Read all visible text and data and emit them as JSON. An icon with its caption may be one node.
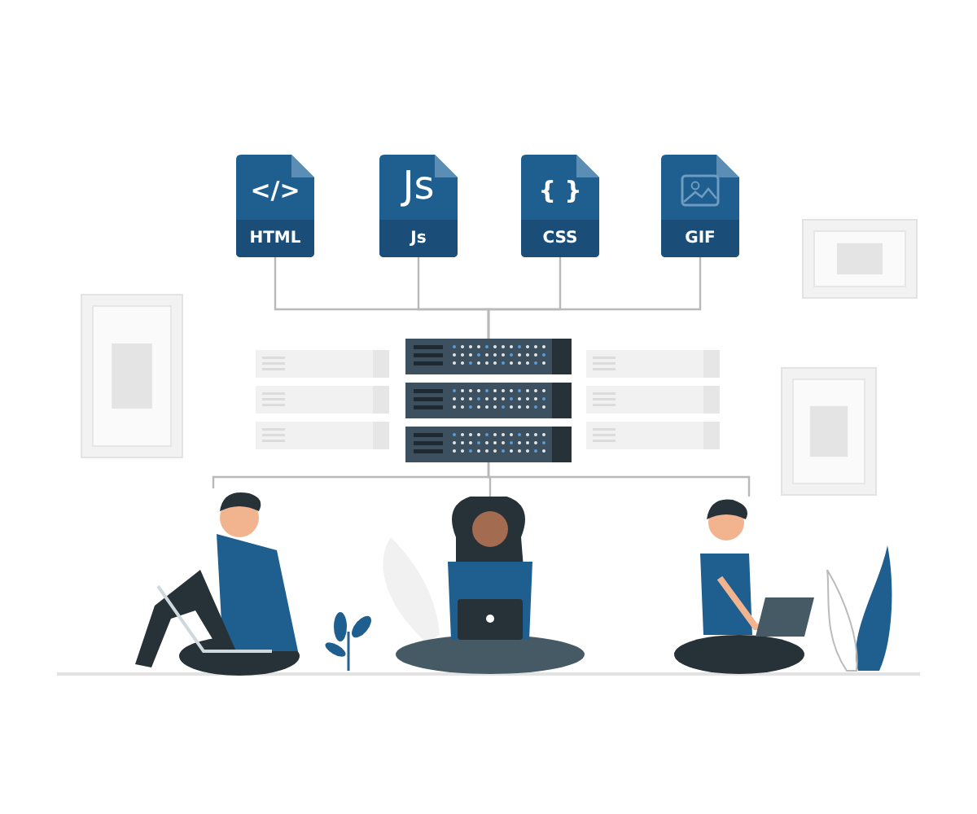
{
  "diagram": {
    "nodes": [
      {
        "text": [
          "</>",
          "HTML"
        ]
      },
      {
        "text": [
          "Js",
          "Js"
        ]
      },
      {
        "text": [
          "{ }",
          "CSS"
        ]
      },
      {
        "text": [
          "GIF"
        ]
      },
      {
        "text": [],
        "shape": "server"
      },
      {
        "text": [],
        "shape": "person"
      },
      {
        "text": [],
        "shape": "person"
      },
      {
        "text": [],
        "shape": "person"
      }
    ],
    "edges": [
      {
        "from": 0,
        "to": 4,
        "arrow": "none"
      },
      {
        "from": 1,
        "to": 4,
        "arrow": "none"
      },
      {
        "from": 2,
        "to": 4,
        "arrow": "none"
      },
      {
        "from": 3,
        "to": 4,
        "arrow": "none"
      },
      {
        "from": 4,
        "to": 5,
        "arrow": "none"
      },
      {
        "from": 4,
        "to": 6,
        "arrow": "none"
      },
      {
        "from": 4,
        "to": 7,
        "arrow": "none"
      }
    ]
  }
}
